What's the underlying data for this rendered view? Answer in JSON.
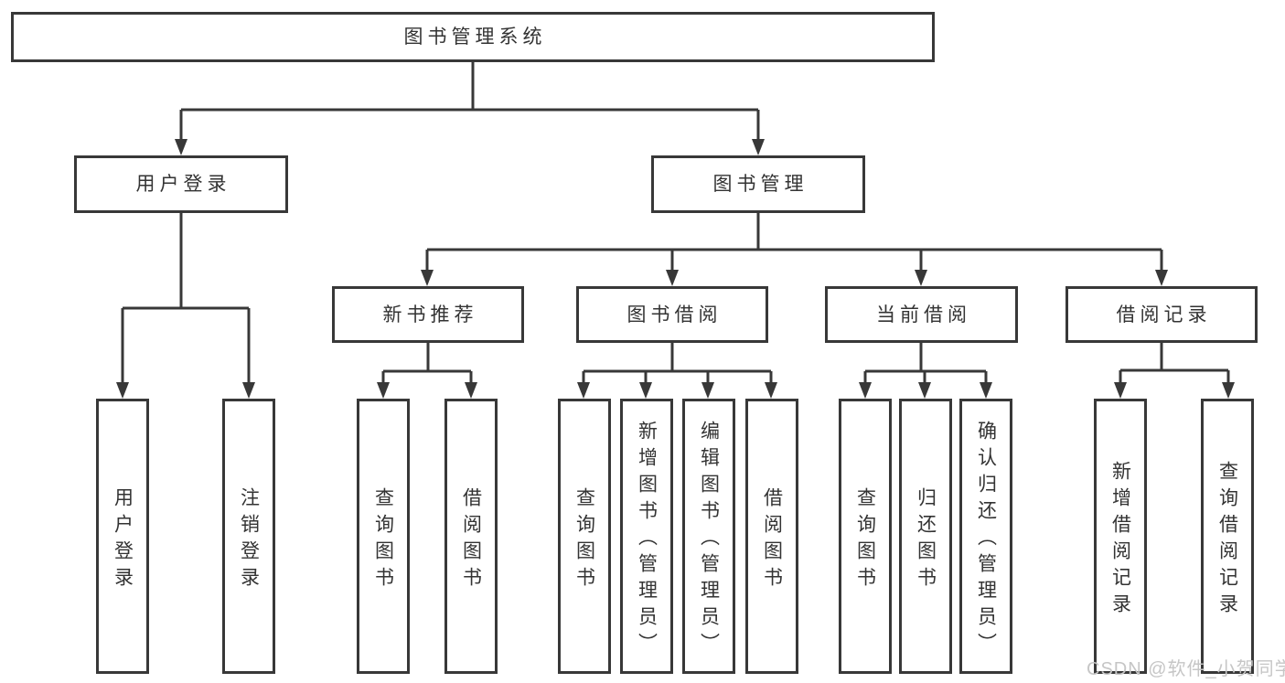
{
  "diagram": {
    "type": "tree",
    "watermark": "CSDN @软件_小贺同学",
    "colors": {
      "line": "#383838",
      "border": "#383838",
      "text": "#333333",
      "box_background": "#ffffff",
      "page_background": "#ffffff",
      "watermark": "#c6c6c6"
    },
    "tree": {
      "root": {
        "label": "图书管理系统",
        "children": [
          {
            "label": "用户登录",
            "children": [
              {
                "label": "用户登录"
              },
              {
                "label": "注销登录"
              }
            ]
          },
          {
            "label": "图书管理",
            "children": [
              {
                "label": "新书推荐",
                "children": [
                  {
                    "label": "查询图书"
                  },
                  {
                    "label": "借阅图书"
                  }
                ]
              },
              {
                "label": "图书借阅",
                "children": [
                  {
                    "label": "查询图书"
                  },
                  {
                    "label": "新增图书（管理员）"
                  },
                  {
                    "label": "编辑图书（管理员）"
                  },
                  {
                    "label": "借阅图书"
                  }
                ]
              },
              {
                "label": "当前借阅",
                "children": [
                  {
                    "label": "查询图书"
                  },
                  {
                    "label": "归还图书"
                  },
                  {
                    "label": "确认归还（管理员）"
                  }
                ]
              },
              {
                "label": "借阅记录",
                "children": [
                  {
                    "label": "新增借阅记录"
                  },
                  {
                    "label": "查询借阅记录"
                  }
                ]
              }
            ]
          }
        ]
      }
    }
  }
}
